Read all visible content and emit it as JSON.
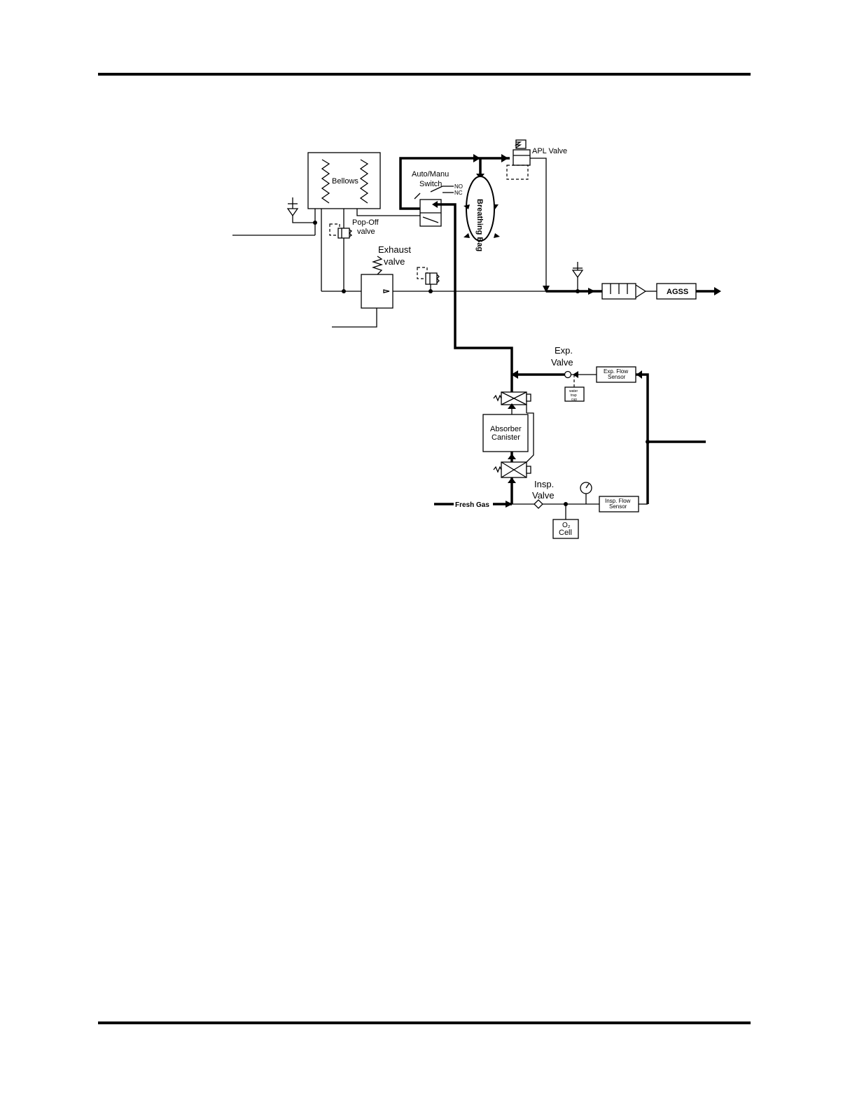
{
  "labels": {
    "bellows": "Bellows",
    "pop_off_1": "Pop-Off",
    "pop_off_2": "valve",
    "exhaust_1": "Exhaust",
    "exhaust_2": "valve",
    "auto_manu_1": "Auto/Manu",
    "auto_manu_2": "Switch",
    "no": "NO",
    "nc": "NC",
    "breathing_bag": "Breathing Bag",
    "apl_valve": "APL Valve",
    "agss": "AGSS",
    "exp_valve_1": "Exp.",
    "exp_valve_2": "Valve",
    "exp_flow_1": "Exp. Flow",
    "exp_flow_2": "Sensor",
    "water_trap_1": "water",
    "water_trap_2": "trap",
    "water_trap_3": "cup",
    "absorber_1": "Absorber",
    "absorber_2": "Canister",
    "insp_valve_1": "Insp.",
    "insp_valve_2": "Valve",
    "insp_flow_1": "Insp. Flow",
    "insp_flow_2": "Sensor",
    "fresh_gas": "Fresh Gas",
    "o2_cell_1": "O₂",
    "o2_cell_2": "Cell"
  }
}
